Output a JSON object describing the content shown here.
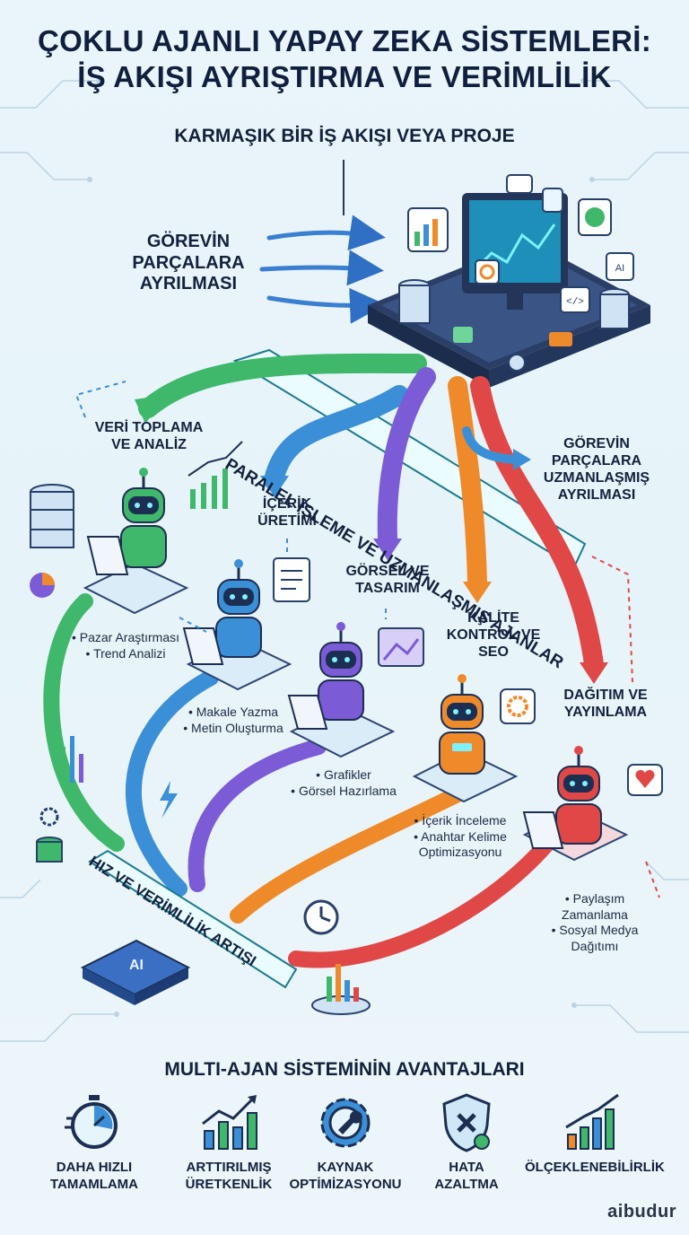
{
  "title": {
    "line1": "ÇOKLU AJANLI YAPAY ZEKA SİSTEMLERİ:",
    "line2": "İŞ AKIŞI AYRIŞTIRMA VE VERİMLİLİK"
  },
  "subtitle": "KARMAŞIK BİR İŞ AKIŞI VEYA PROJE",
  "decomposition": {
    "line1": "GÖREVİN",
    "line2": "PARÇALARA",
    "line3": "AYRILMASI"
  },
  "parallel_banner": "PARALEL İŞLEME VE UZMANLAŞMIŞ AJANLAR",
  "specialized_decomp": {
    "line1": "GÖREVİN",
    "line2": "PARÇALARA",
    "line3": "UZMANLAŞMIŞ",
    "line4": "AYRILMASI"
  },
  "agents": [
    {
      "name1": "VERİ TOPLAMA",
      "name2": "VE ANALİZ",
      "bullets": [
        "Pazar Araştırması",
        "Trend Analizi"
      ],
      "color": "#3fb86b"
    },
    {
      "name1": "İÇERİK",
      "name2": "ÜRETİMİ",
      "bullets": [
        "Makale Yazma",
        "Metin Oluşturma"
      ],
      "color": "#3b8fd6"
    },
    {
      "name1": "GÖRSEL VE",
      "name2": "TASARIM",
      "bullets": [
        "Grafikler",
        "Görsel Hazırlama"
      ],
      "color": "#7b5bd6"
    },
    {
      "name1": "KALİTE",
      "name2": "KONTROL VE",
      "name3": "SEO",
      "bullets": [
        "İçerik İnceleme",
        "Anahtar Kelime Optimizasyonu"
      ],
      "color": "#ef8a2a"
    },
    {
      "name1": "DAĞITIM VE",
      "name2": "YAYINLAMA",
      "bullets": [
        "Paylaşım Zamanlama",
        "Sosyal Medya Dağıtımı"
      ],
      "color": "#e04848"
    }
  ],
  "speed_banner": "HIZ VE VERİMLİLİK ARTIŞI",
  "chip_label": "AI",
  "benefits_title": "MULTI-AJAN SİSTEMİNİN AVANTAJLARI",
  "benefits": [
    {
      "line1": "DAHA HIZLI",
      "line2": "TAMAMLAMA",
      "icon": "stopwatch-icon"
    },
    {
      "line1": "ARTTIRILMIŞ",
      "line2": "ÜRETKENLİK",
      "icon": "growth-chart-icon"
    },
    {
      "line1": "KAYNAK",
      "line2": "OPTİMİZASYONU",
      "icon": "gear-wrench-icon"
    },
    {
      "line1": "HATA",
      "line2": "AZALTMA",
      "icon": "shield-x-icon"
    },
    {
      "line1": "ÖLÇEKLENEBİLİRLİK",
      "line2": "",
      "icon": "scaling-chart-icon"
    }
  ],
  "logo": "aibudur"
}
